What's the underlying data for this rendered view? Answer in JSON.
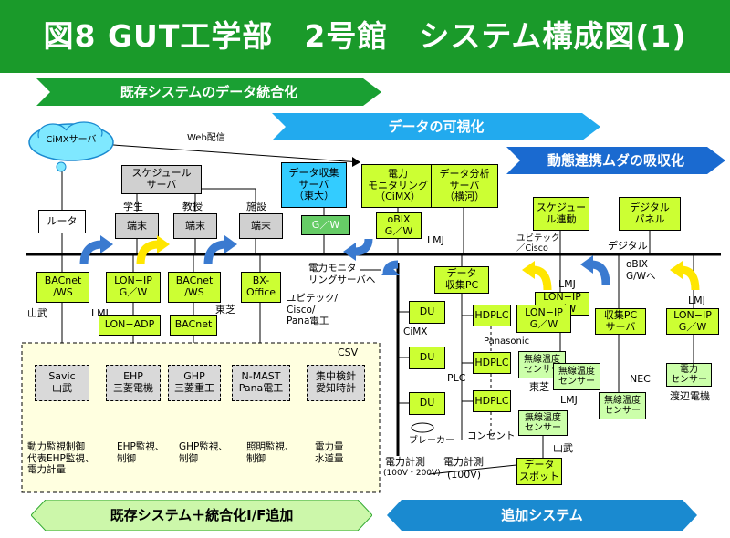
{
  "title": "図8 GUT工学部　2号館　システム構成図(1)",
  "bands": {
    "existing_integration": "既存システムのデータ統合化",
    "visualization": "データの可視化",
    "dynamic": "動態連携ムダの吸収化",
    "bottom_left": "既存システム＋統合化I/F追加",
    "bottom_right": "追加システム"
  },
  "cloud": "CiMXサーバ",
  "web_label": "Web配信",
  "csv_label": "CSV",
  "boxes": {
    "router": "ルータ",
    "schedule_server": "スケジュール\nサーバ",
    "student_label": "学生",
    "professor_label": "教授",
    "facility_label": "施設",
    "terminal1": "端末",
    "terminal2": "端末",
    "terminal3": "端末",
    "collect_server": "データ収集\nサーバ\n（東大）",
    "gw": "G／W",
    "power_monitoring": "電力\nモニタリング\n（CiMX）",
    "obix_gw": "oBIX\nG／W",
    "analysis_server": "データ分析\nサーバ\n（横河）",
    "lmj_top": "LMJ",
    "schedule_link": "スケジュー\nル連動",
    "digital_panel": "デジタル\nパネル",
    "ubitek_cisco": "ユビテック\n／Cisco",
    "digital_label": "デジタル",
    "bacnet_ws1": "BACnet\n/WS",
    "lon_ip_gw1": "LON−IP\nG／W",
    "bacnet_ws2": "BACnet\n/WS",
    "bx_office": "BX-\nOffice",
    "power_ring_server": "電力モニタ\nリングサーバへ",
    "data_collect_pc": "データ\n収集PC",
    "lmj_mid": "LMJ",
    "lon_ip_gw_mid": "LON−IP\nG／W",
    "lon_ip_gw2": "LON−IP\nG／W",
    "collect_pc_server": "収集PC\nサーバ",
    "lon_ip_gw3": "LON−IP\nG／W",
    "obix_gw_to": "oBIX\nG/Wへ",
    "lmj_right": "LMJ",
    "yamatake": "山武",
    "lmj_left": "LMJ",
    "toshiba1": "東芝",
    "ubitek_pana": "ユビテック/\nCisco/\nPana電工",
    "lon_adp": "LON−ADP",
    "bacnet": "BACnet",
    "savic": "Savic\n山武",
    "ehp": "EHP\n三菱電機",
    "ghp": "GHP\n三菱重工",
    "nmast": "N-MAST\nPana電工",
    "meter_reading": "集中検針\n愛知時計",
    "du1": "DU",
    "du2": "DU",
    "du3": "DU",
    "cimx_label": "CiMX",
    "hdplc1": "HDPLC",
    "hdplc2": "HDPLC",
    "hdplc3": "HDPLC",
    "panasonic": "Panasonic",
    "plc_label": "PLC",
    "breaker": "ブレーカー",
    "outlet": "コンセント",
    "sensor1": "無線温度\nセンサー",
    "sensor2": "無線温度\nセンサー",
    "sensor3": "無線温度\nセンサー",
    "sensor4": "無線温度\nセンサー",
    "toshiba2": "東芝",
    "lmj_sensor": "LMJ",
    "yamatake2": "山武",
    "nec": "NEC",
    "power_sensor": "電力\nセンサー",
    "watanabe": "渡辺電機",
    "data_spot": "データ\nスポット",
    "power_measure1": "電力計測",
    "power_measure1_sub": "(100V・200V)",
    "power_measure2": "電力計測",
    "power_measure2_sub": "(100V)"
  },
  "descriptions": {
    "d1": "動力監視制御\n代表EHP監視、\n電力計量",
    "d2": "EHP監視、\n制御",
    "d3": "GHP監視、\n制御",
    "d4": "照明監視、\n制御",
    "d5": "電力量\n水道量"
  },
  "colors": {
    "title_green": "#1a9a2a",
    "band_green": "#1aa033",
    "band_cyan": "#22aaee",
    "band_blue": "#1a6ad0",
    "box_green": "#ccff33"
  }
}
